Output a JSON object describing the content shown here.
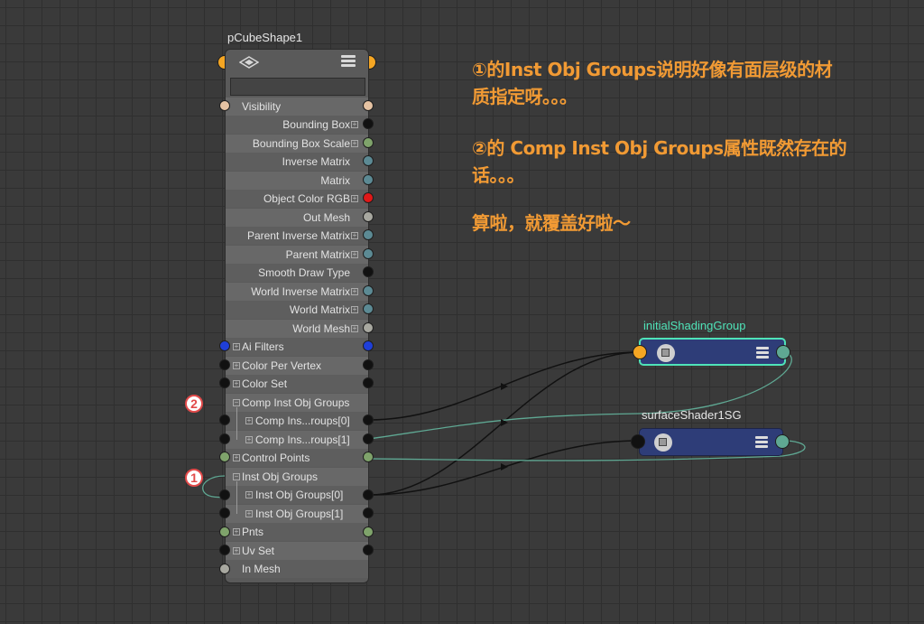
{
  "main_node": {
    "title": "pCubeShape1",
    "attributes": [
      {
        "label": "Visibility"
      },
      {
        "label": "Bounding Box"
      },
      {
        "label": "Bounding Box Scale"
      },
      {
        "label": "Inverse Matrix"
      },
      {
        "label": "Matrix"
      },
      {
        "label": "Object Color RGB"
      },
      {
        "label": "Out Mesh"
      },
      {
        "label": "Parent Inverse Matrix"
      },
      {
        "label": "Parent Matrix"
      },
      {
        "label": "Smooth Draw Type"
      },
      {
        "label": "World Inverse Matrix"
      },
      {
        "label": "World Matrix"
      },
      {
        "label": "World Mesh"
      },
      {
        "label": "Ai Filters"
      },
      {
        "label": "Color Per Vertex"
      },
      {
        "label": "Color Set"
      },
      {
        "label": "Comp Inst Obj Groups"
      },
      {
        "label": "Comp Ins...roups[0]"
      },
      {
        "label": "Comp Ins...roups[1]"
      },
      {
        "label": "Control Points"
      },
      {
        "label": "Inst Obj Groups"
      },
      {
        "label": "Inst Obj Groups[0]"
      },
      {
        "label": "Inst Obj Groups[1]"
      },
      {
        "label": "Pnts"
      },
      {
        "label": "Uv Set"
      },
      {
        "label": "In Mesh"
      }
    ]
  },
  "shading_nodes": [
    {
      "title": "initialShadingGroup",
      "title_color": "#4fe3b8"
    },
    {
      "title": "surfaceShader1SG",
      "title_color": "#e6e6e6"
    }
  ],
  "annotations": {
    "note1_line1": "①的Inst Obj Groups说明好像有面层级的材",
    "note1_line2": "质指定呀。。。",
    "note2_line1": "②的 Comp Inst Obj Groups属性既然存在的",
    "note2_line2": "话。。。",
    "note3": "算啦，就覆盖好啦～",
    "marker1": "1",
    "marker2": "2"
  },
  "colors": {
    "annotation": "#f19a34",
    "marker": "#e24a4a",
    "wire_default": "#1a1a1a",
    "wire_selected": "#5fa893",
    "port_orange": "#f5a623",
    "port_red": "#e01818",
    "port_blue": "#1f3fd8"
  },
  "icons": {
    "node_header_left": "swatch-toggle-icon",
    "node_header_right": "attribute-menu-icon",
    "sg_icon": "shading-group-icon"
  }
}
